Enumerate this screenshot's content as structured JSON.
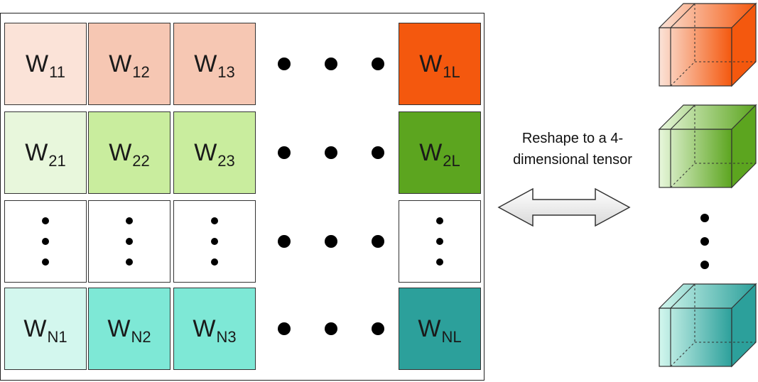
{
  "matrix": {
    "rows": [
      {
        "cells": [
          {
            "base": "W",
            "sub": "11",
            "color": "#FBE3D8"
          },
          {
            "base": "W",
            "sub": "12",
            "color": "#F6C7B3"
          },
          {
            "base": "W",
            "sub": "13",
            "color": "#F6C7B3"
          },
          {
            "base": "W",
            "sub": "1L",
            "color": "#F4580E"
          }
        ]
      },
      {
        "cells": [
          {
            "base": "W",
            "sub": "21",
            "color": "#E8F7DC"
          },
          {
            "base": "W",
            "sub": "22",
            "color": "#C9ED9E"
          },
          {
            "base": "W",
            "sub": "23",
            "color": "#C9ED9E"
          },
          {
            "base": "W",
            "sub": "2L",
            "color": "#5CA51F"
          }
        ]
      },
      {
        "cells": [
          {
            "base": "",
            "sub": "",
            "color": "#FFFFFF"
          },
          {
            "base": "",
            "sub": "",
            "color": "#FFFFFF"
          },
          {
            "base": "",
            "sub": "",
            "color": "#FFFFFF"
          },
          {
            "base": "",
            "sub": "",
            "color": "#FFFFFF"
          }
        ]
      },
      {
        "cells": [
          {
            "base": "W",
            "sub": "N1",
            "color": "#D3F7EE"
          },
          {
            "base": "W",
            "sub": "N2",
            "color": "#7EE8D6"
          },
          {
            "base": "W",
            "sub": "N3",
            "color": "#7EE8D6"
          },
          {
            "base": "W",
            "sub": "NL",
            "color": "#2CA09B"
          }
        ]
      }
    ]
  },
  "caption": {
    "line1": "Reshape to a 4-",
    "line2": "dimensional tensor"
  },
  "cubes": [
    {
      "light": "#FBE3D8",
      "dark": "#F4580E"
    },
    {
      "light": "#E8F7DC",
      "dark": "#5CA51F"
    },
    {
      "light": "#D3F7EE",
      "dark": "#2CA09B"
    }
  ]
}
